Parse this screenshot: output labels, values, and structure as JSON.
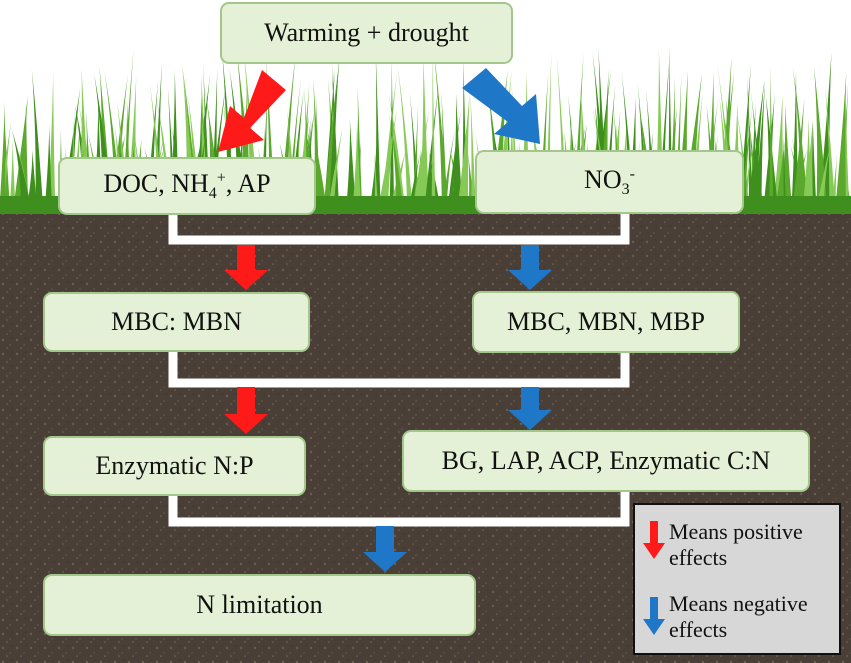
{
  "top_box": {
    "label": "Warming + drought"
  },
  "level1": {
    "left": {
      "main": "DOC, NH",
      "sub": "4",
      "sup": "+",
      "rest": ", AP"
    },
    "right": {
      "main": "NO",
      "sub": "3",
      "sup": "-"
    }
  },
  "level2": {
    "left": {
      "label": "MBC: MBN"
    },
    "right": {
      "label": "MBC, MBN, MBP"
    }
  },
  "level3": {
    "left": {
      "label": "Enzymatic N:P"
    },
    "right": {
      "label": "BG, LAP, ACP, Enzymatic C:N"
    }
  },
  "bottom_box": {
    "label": "N limitation"
  },
  "legend": {
    "positive": {
      "line1": "Means positive",
      "line2": "effects"
    },
    "negative": {
      "line1": "Means negative",
      "line2": "effects"
    }
  },
  "colors": {
    "positive": "#ff1a1a",
    "negative": "#1f77c8",
    "box_fill": "#e4f1d6",
    "box_border": "#a3c68a",
    "connector": "#ffffff",
    "soil": "#4a3f36",
    "grass": "#3f8f1e",
    "sky": "#ffffff"
  }
}
